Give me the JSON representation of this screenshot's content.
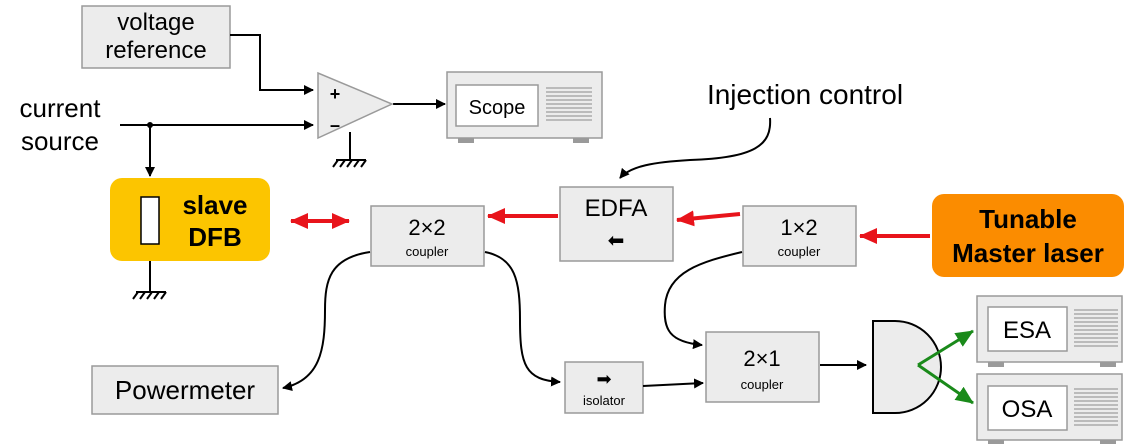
{
  "voltage_reference": {
    "line1": "voltage",
    "line2": "reference"
  },
  "current_source": {
    "line1": "current",
    "line2": "source"
  },
  "opamp": {
    "plus": "+",
    "minus": "–"
  },
  "scope": {
    "label": "Scope"
  },
  "injection_control": {
    "label": "Injection control"
  },
  "slave_dfb": {
    "line1": "slave",
    "line2": "DFB"
  },
  "coupler_2x2": {
    "title": "2×2",
    "subtitle": "coupler"
  },
  "edfa": {
    "title": "EDFA",
    "arrow": "⬅"
  },
  "coupler_1x2": {
    "title": "1×2",
    "subtitle": "coupler"
  },
  "master_laser": {
    "line1": "Tunable",
    "line2": "Master laser"
  },
  "powermeter": {
    "label": "Powermeter"
  },
  "isolator": {
    "arrow": "➡",
    "label": "isolator"
  },
  "coupler_2x1": {
    "title": "2×1",
    "subtitle": "coupler"
  },
  "esa": {
    "label": "ESA"
  },
  "osa": {
    "label": "OSA"
  },
  "colors": {
    "optical_red": "#e8141b",
    "output_green": "#1a8a1a",
    "slave_fill": "#fcc500",
    "master_fill": "#fb8c00",
    "box_fill": "#ececec",
    "box_stroke": "#9a9a9a"
  }
}
